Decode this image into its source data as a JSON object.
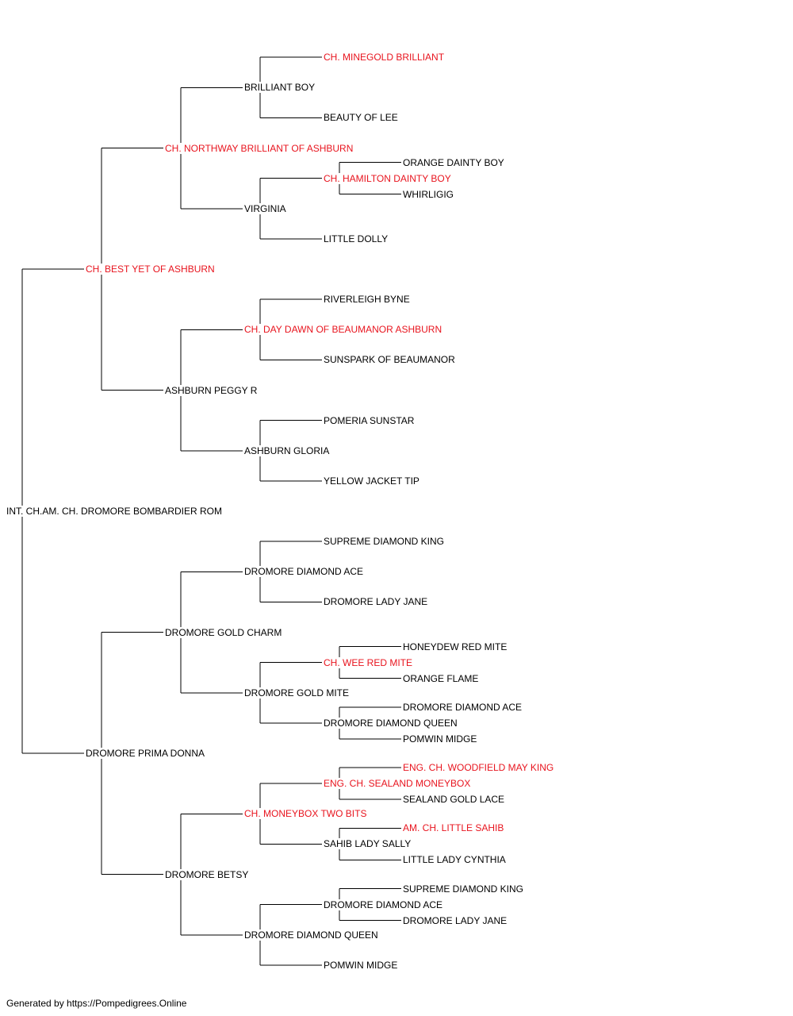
{
  "colors": {
    "champion": "#e8141e",
    "default": "#000000",
    "line": "#000000"
  },
  "pedigree": {
    "name": "INT. CH.AM. CH. DROMORE BOMBARDIER ROM",
    "champion": false,
    "sire": {
      "name": "CH. BEST YET OF ASHBURN",
      "champion": true,
      "sire": {
        "name": "CH. NORTHWAY BRILLIANT OF ASHBURN",
        "champion": true,
        "sire": {
          "name": "BRILLIANT BOY",
          "champion": false,
          "sire": {
            "name": "CH. MINEGOLD BRILLIANT",
            "champion": true
          },
          "dam": {
            "name": "BEAUTY OF LEE",
            "champion": false
          }
        },
        "dam": {
          "name": "VIRGINIA",
          "champion": false,
          "sire": {
            "name": "CH. HAMILTON DAINTY BOY",
            "champion": true,
            "sire": {
              "name": "ORANGE DAINTY BOY",
              "champion": false
            },
            "dam": {
              "name": "WHIRLIGIG",
              "champion": false
            }
          },
          "dam": {
            "name": "LITTLE DOLLY",
            "champion": false
          }
        }
      },
      "dam": {
        "name": "ASHBURN PEGGY R",
        "champion": false,
        "sire": {
          "name": "CH. DAY DAWN OF BEAUMANOR ASHBURN",
          "champion": true,
          "sire": {
            "name": "RIVERLEIGH BYNE",
            "champion": false
          },
          "dam": {
            "name": "SUNSPARK OF BEAUMANOR",
            "champion": false
          }
        },
        "dam": {
          "name": "ASHBURN GLORIA",
          "champion": false,
          "sire": {
            "name": "POMERIA SUNSTAR",
            "champion": false
          },
          "dam": {
            "name": "YELLOW JACKET TIP",
            "champion": false
          }
        }
      }
    },
    "dam": {
      "name": "DROMORE PRIMA DONNA",
      "champion": false,
      "sire": {
        "name": "DROMORE GOLD CHARM",
        "champion": false,
        "sire": {
          "name": "DROMORE DIAMOND ACE",
          "champion": false,
          "sire": {
            "name": "SUPREME DIAMOND KING",
            "champion": false
          },
          "dam": {
            "name": "DROMORE LADY JANE",
            "champion": false
          }
        },
        "dam": {
          "name": "DROMORE GOLD MITE",
          "champion": false,
          "sire": {
            "name": "CH. WEE RED MITE",
            "champion": true,
            "sire": {
              "name": "HONEYDEW RED MITE",
              "champion": false
            },
            "dam": {
              "name": "ORANGE FLAME",
              "champion": false
            }
          },
          "dam": {
            "name": "DROMORE DIAMOND QUEEN",
            "champion": false,
            "sire": {
              "name": "DROMORE DIAMOND ACE",
              "champion": false
            },
            "dam": {
              "name": "POMWIN MIDGE",
              "champion": false
            }
          }
        }
      },
      "dam": {
        "name": "DROMORE BETSY",
        "champion": false,
        "sire": {
          "name": "CH. MONEYBOX TWO BITS",
          "champion": true,
          "sire": {
            "name": "ENG. CH. SEALAND MONEYBOX",
            "champion": true,
            "sire": {
              "name": "ENG. CH. WOODFIELD MAY KING",
              "champion": true
            },
            "dam": {
              "name": "SEALAND GOLD LACE",
              "champion": false
            }
          },
          "dam": {
            "name": "SAHIB LADY SALLY",
            "champion": false,
            "sire": {
              "name": "AM. CH. LITTLE SAHIB",
              "champion": true
            },
            "dam": {
              "name": "LITTLE LADY CYNTHIA",
              "champion": false
            }
          }
        },
        "dam": {
          "name": "DROMORE DIAMOND QUEEN",
          "champion": false,
          "sire": {
            "name": "DROMORE DIAMOND ACE",
            "champion": false,
            "sire": {
              "name": "SUPREME DIAMOND KING",
              "champion": false
            },
            "dam": {
              "name": "DROMORE LADY JANE",
              "champion": false
            }
          },
          "dam": {
            "name": "POMWIN MIDGE",
            "champion": false
          }
        }
      }
    }
  },
  "footer": {
    "text": "Generated by https://Pompedigrees.Online"
  }
}
